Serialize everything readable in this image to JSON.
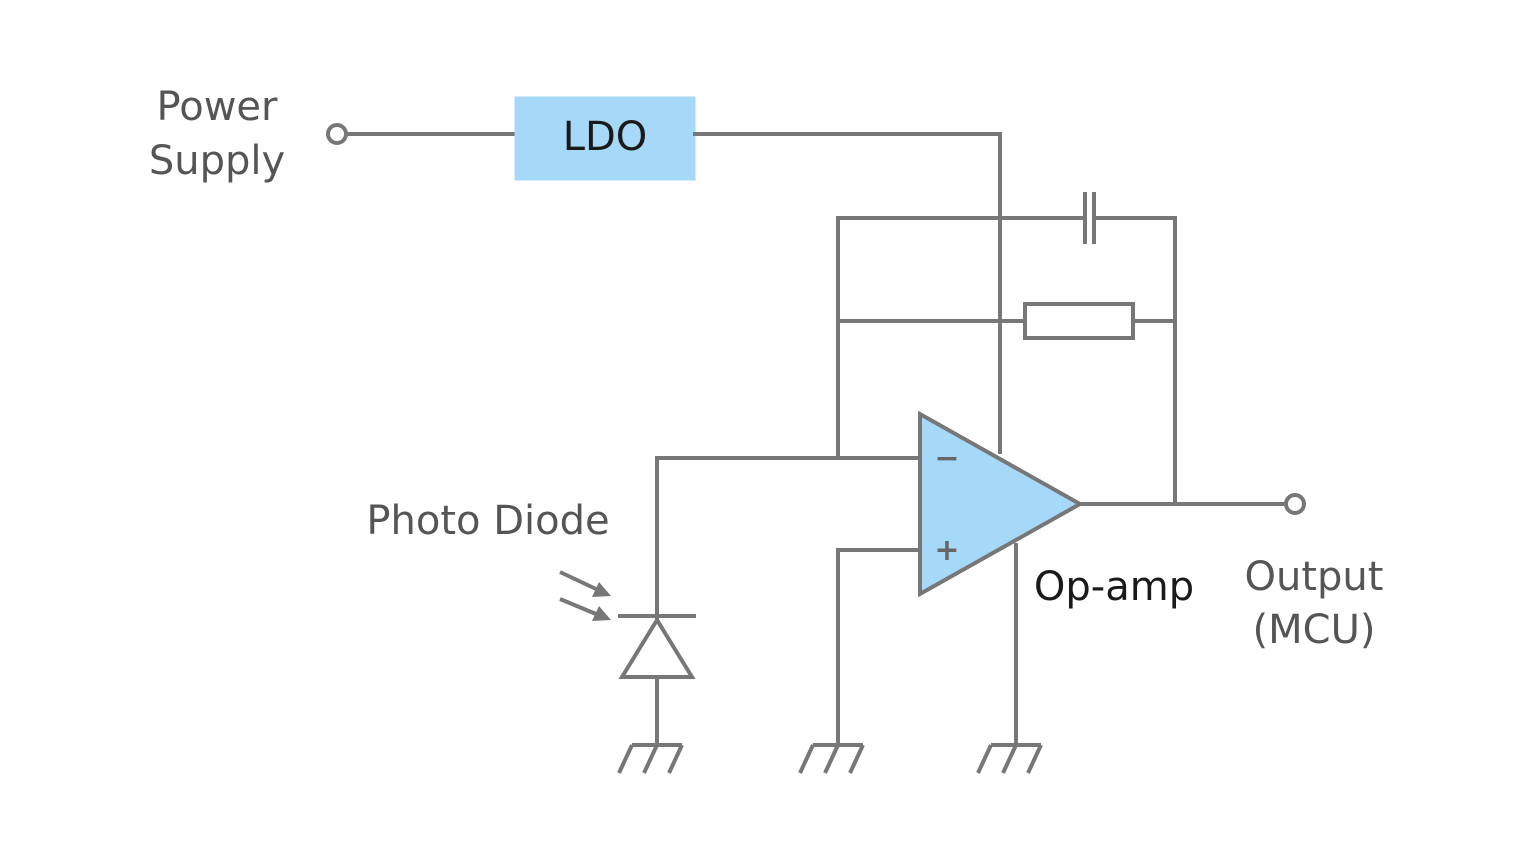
{
  "labels": {
    "power_line1": "Power",
    "power_line2": "Supply",
    "ldo": "LDO",
    "photodiode": "Photo Diode",
    "opamp": "Op-amp",
    "output_line1": "Output",
    "output_line2": "(MCU)",
    "minus": "−",
    "plus": "+"
  },
  "colors": {
    "wire": "#777777",
    "component_fill": "#a6d8f7",
    "label_text": "#555555",
    "dark_text": "#1a1a1a"
  }
}
